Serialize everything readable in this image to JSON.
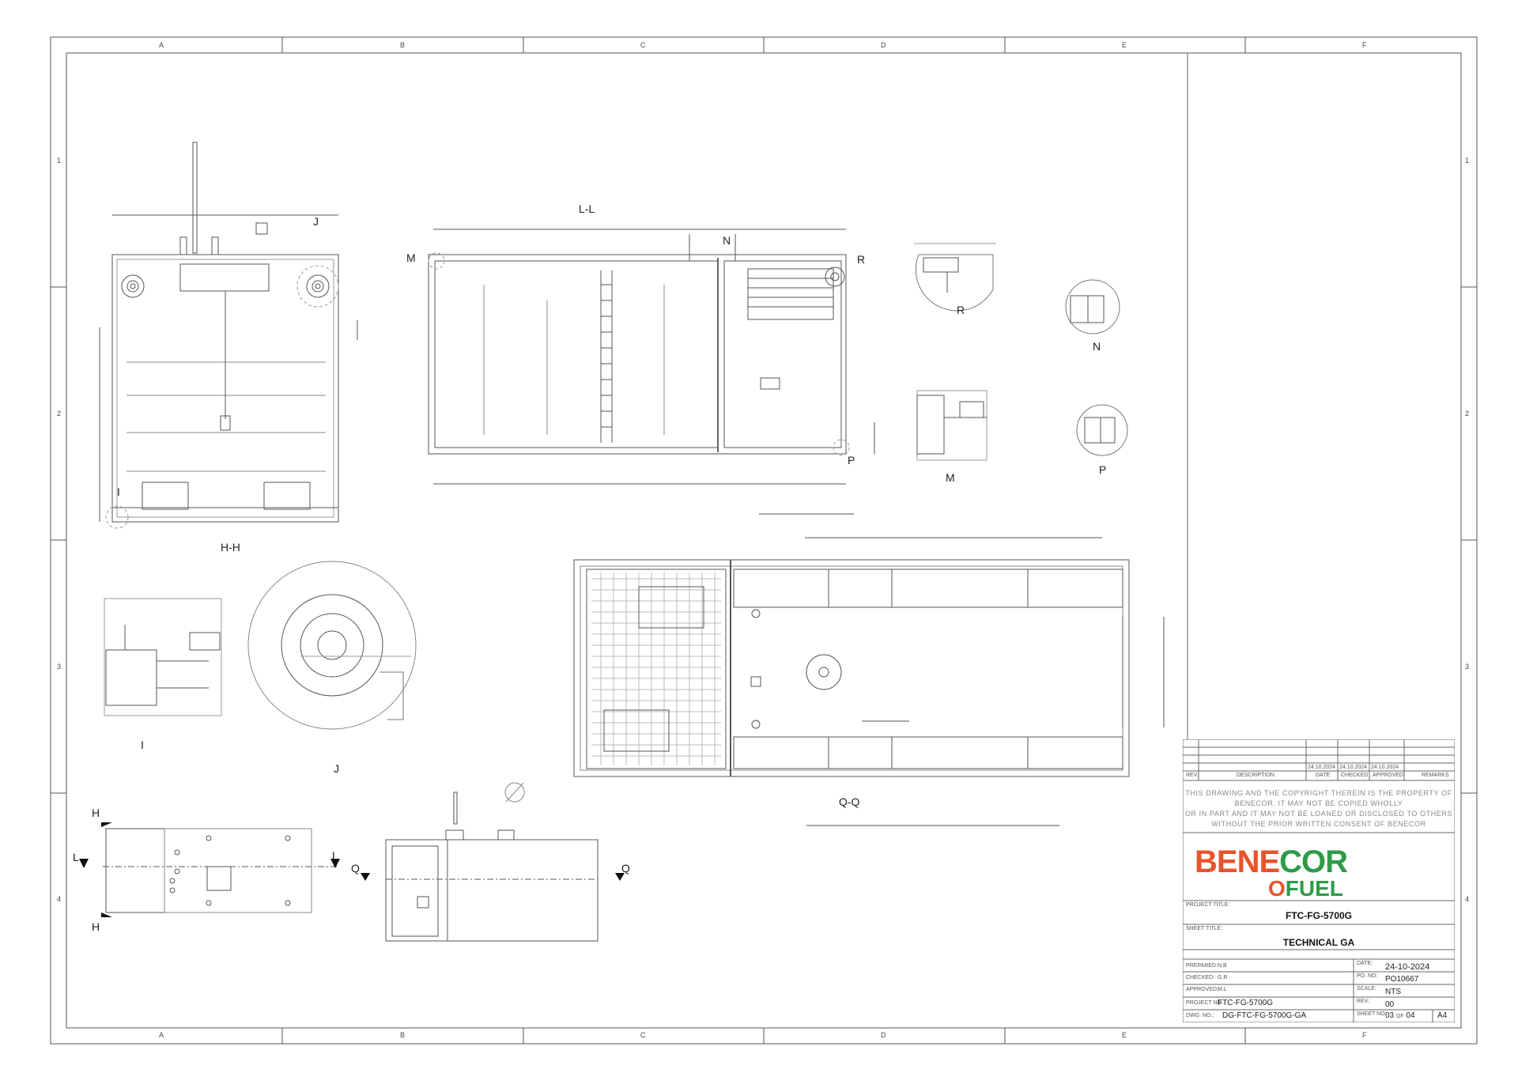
{
  "grid": {
    "columns": [
      "A",
      "B",
      "C",
      "D",
      "E",
      "F"
    ],
    "rows": [
      "1",
      "2",
      "3",
      "4"
    ]
  },
  "views": {
    "h_h": "H-H",
    "l_l": "L-L",
    "q_q": "Q-Q",
    "detail_i": "I",
    "detail_j": "J",
    "detail_m": "M",
    "detail_n": "N",
    "detail_p": "P",
    "detail_r": "R"
  },
  "callouts": {
    "j_marker": "J",
    "i_marker": "I",
    "m_marker": "M",
    "n_marker": "N",
    "r_marker": "R",
    "p_marker": "P",
    "h_top": "H",
    "h_bottom": "H",
    "l_marker_left": "L",
    "l_marker_right": "L",
    "q_marker_left": "Q",
    "q_marker_right": "Q"
  },
  "title_block": {
    "revision_dates": [
      "24.10.2024",
      "24.10.2024",
      "24.10.2024"
    ],
    "revision_headers": [
      "REV.",
      "DESCRIPTION",
      "DATE",
      "CHECKED",
      "APPROVED",
      "REMARKS"
    ],
    "copyright_lines": [
      "THIS DRAWING AND THE COPYRIGHT THEREIN IS THE PROPERTY OF",
      "BENECOR. IT MAY NOT BE COPIED WHOLLY",
      "OR IN PART AND IT MAY NOT BE LOANED OR DISCLOSED TO OTHERS",
      "WITHOUT THE PRIOR WRITTEN CONSENT OF BENECOR"
    ],
    "logo": {
      "part1": "BENE",
      "part2": "COR",
      "fuel_o": "O",
      "fuel": "FUEL"
    },
    "colors": {
      "brand_orange": "#e8532c",
      "brand_green": "#2e9b48"
    },
    "project_title_label": "PROJECT TITLE:",
    "project_title": "FTC-FG-5700G",
    "sheet_title_label": "SHEET TITLE:",
    "sheet_title": "TECHNICAL GA",
    "prepared_label": "PREPARED:",
    "prepared": "N.B",
    "checked_label": "CHECKED:",
    "checked": "G.R",
    "approved_label": "APPROVED:",
    "approved": "M.L",
    "project_no_label": "PROJECT NO.",
    "project_no": "FTC-FG-5700G",
    "dwg_no_label": "DWG. NO.:",
    "dwg_no": "DG-FTC-FG-5700G-GA",
    "date_label": "DATE:",
    "date": "24-10-2024",
    "po_no_label": "PO. NO:",
    "po_no": "PO10667",
    "scale_label": "SCALE:",
    "scale": "NTS",
    "rev_label": "REV.:",
    "rev": "00",
    "sheet_no_label": "SHEET NO.:",
    "sheet_no": "03",
    "sheet_of": "OF",
    "sheet_total": "04",
    "paper_size": "A4"
  }
}
